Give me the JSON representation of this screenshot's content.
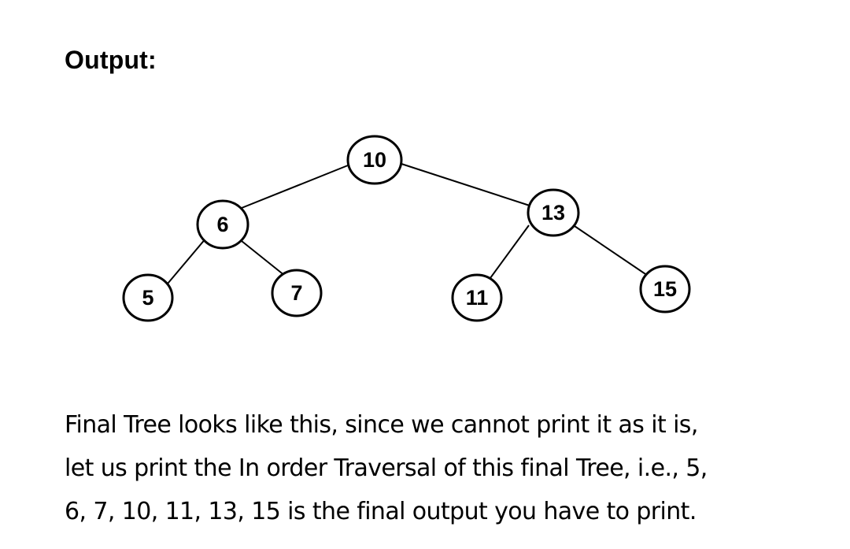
{
  "heading": "Output:",
  "tree": {
    "root": 10,
    "nodes": [
      {
        "id": "n10",
        "value": "10"
      },
      {
        "id": "n6",
        "value": "6"
      },
      {
        "id": "n13",
        "value": "13"
      },
      {
        "id": "n5",
        "value": "5"
      },
      {
        "id": "n7",
        "value": "7"
      },
      {
        "id": "n11",
        "value": "11"
      },
      {
        "id": "n15",
        "value": "15"
      }
    ],
    "edges": [
      {
        "from": "10",
        "to": "6"
      },
      {
        "from": "10",
        "to": "13"
      },
      {
        "from": "6",
        "to": "5"
      },
      {
        "from": "6",
        "to": "7"
      },
      {
        "from": "13",
        "to": "11"
      },
      {
        "from": "13",
        "to": "15"
      }
    ]
  },
  "description": {
    "line1": "Final Tree looks like this, since we cannot print it as it is,",
    "line2": "let us print the In order Traversal of this final Tree, i.e., 5,",
    "line3": "6, 7, 10, 11, 13, 15 is the final output you have to print."
  }
}
